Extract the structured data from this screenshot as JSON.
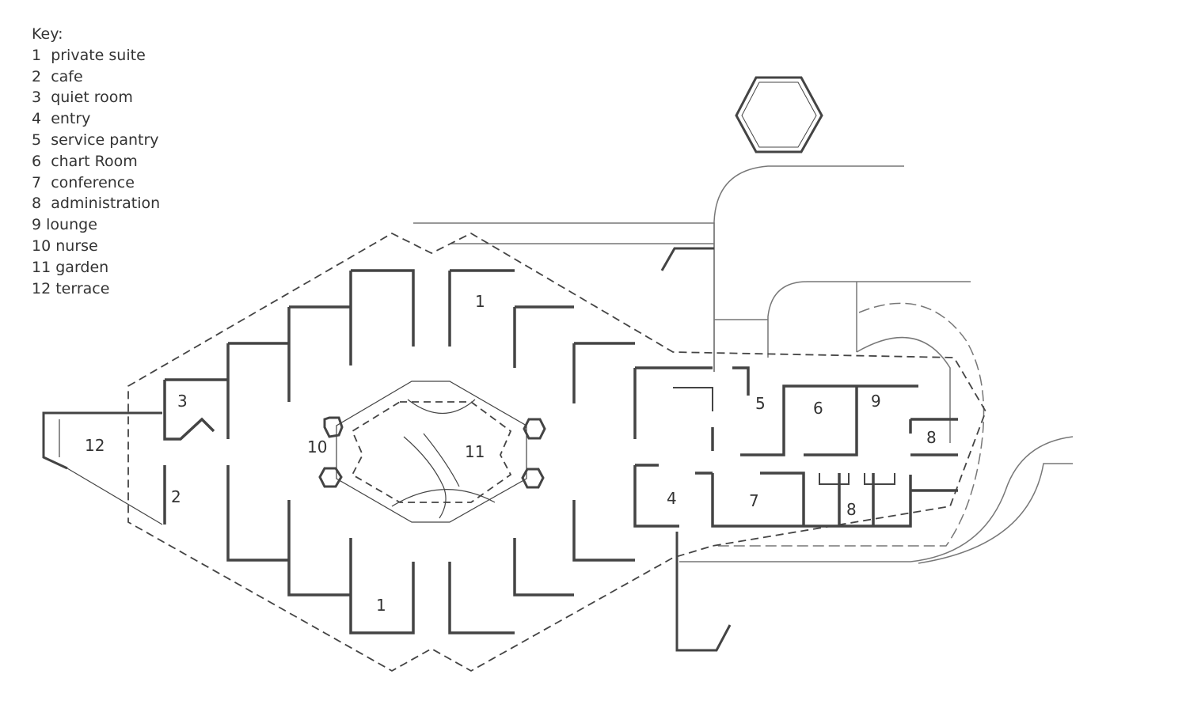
{
  "key": {
    "title": "Key:",
    "items": [
      {
        "num": "1",
        "label": "private suite"
      },
      {
        "num": "2",
        "label": "cafe"
      },
      {
        "num": "3",
        "label": "quiet room"
      },
      {
        "num": "4",
        "label": "entry"
      },
      {
        "num": "5",
        "label": "service pantry"
      },
      {
        "num": "6",
        "label": "chart Room"
      },
      {
        "num": "7",
        "label": "conference"
      },
      {
        "num": "8",
        "label": "administration"
      },
      {
        "num": "9",
        "label": "lounge"
      },
      {
        "num": "10",
        "label": "nurse"
      },
      {
        "num": "11",
        "label": "garden"
      },
      {
        "num": "12",
        "label": "terrace"
      }
    ]
  },
  "room_labels": [
    "1",
    "1",
    "2",
    "3",
    "4",
    "5",
    "6",
    "7",
    "8",
    "8",
    "9",
    "10",
    "11",
    "12"
  ],
  "colors": {
    "wall": "#444444",
    "line": "#555555",
    "text": "#333333"
  }
}
